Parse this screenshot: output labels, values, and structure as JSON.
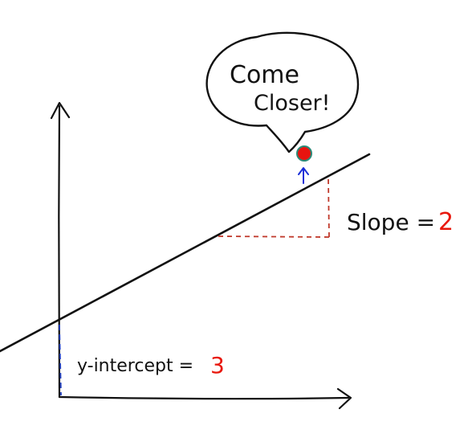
{
  "speech_bubble": {
    "line1": "Come",
    "line2": "Closer!"
  },
  "slope_label": {
    "text": "Slope =",
    "value": "2"
  },
  "intercept_label": {
    "text": "y-intercept =",
    "value": "3"
  },
  "colors": {
    "ink": "#111111",
    "point_fill": "#e8140f",
    "point_outline": "#2b8a78",
    "arrow": "#1a2fd8",
    "slope_dash": "#c0392b",
    "intercept_dash": "#1f3dbf",
    "value_color": "#e8170c"
  }
}
